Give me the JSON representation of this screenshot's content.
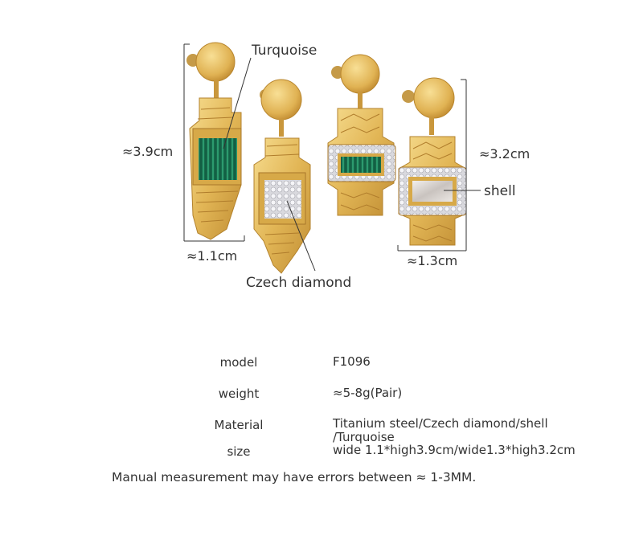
{
  "annotations": {
    "turquoise": "Turquoise",
    "czech_diamond": "Czech diamond",
    "shell": "shell",
    "left_height": "≈3.9cm",
    "left_width": "≈1.1cm",
    "right_height": "≈3.2cm",
    "right_width": "≈1.3cm"
  },
  "specs": [
    {
      "label": "model",
      "value": "F1096"
    },
    {
      "label": "weight",
      "value": "≈5-8g(Pair)"
    },
    {
      "label": "Material",
      "value": "Titanium steel/Czech diamond/shell",
      "value2": "/Turquoise"
    },
    {
      "label": "size",
      "value": "wide 1.1*high3.9cm/wide1.3*high3.2cm"
    }
  ],
  "note": "Manual measurement may have errors between ≈ 1-3MM.",
  "colors": {
    "gold": "#e0b455",
    "gold_dark": "#b8862e",
    "gold_light": "#f4d78a",
    "malachite": "#1f7a5a",
    "diamond": "#e6e6ea",
    "shell": "#d8d4d0"
  }
}
